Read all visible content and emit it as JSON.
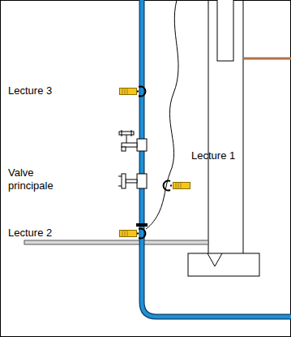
{
  "diagram": {
    "labels": [
      "Lecture 3",
      "Valve principale",
      "Lecture 1",
      "Lecture 2"
    ]
  }
}
